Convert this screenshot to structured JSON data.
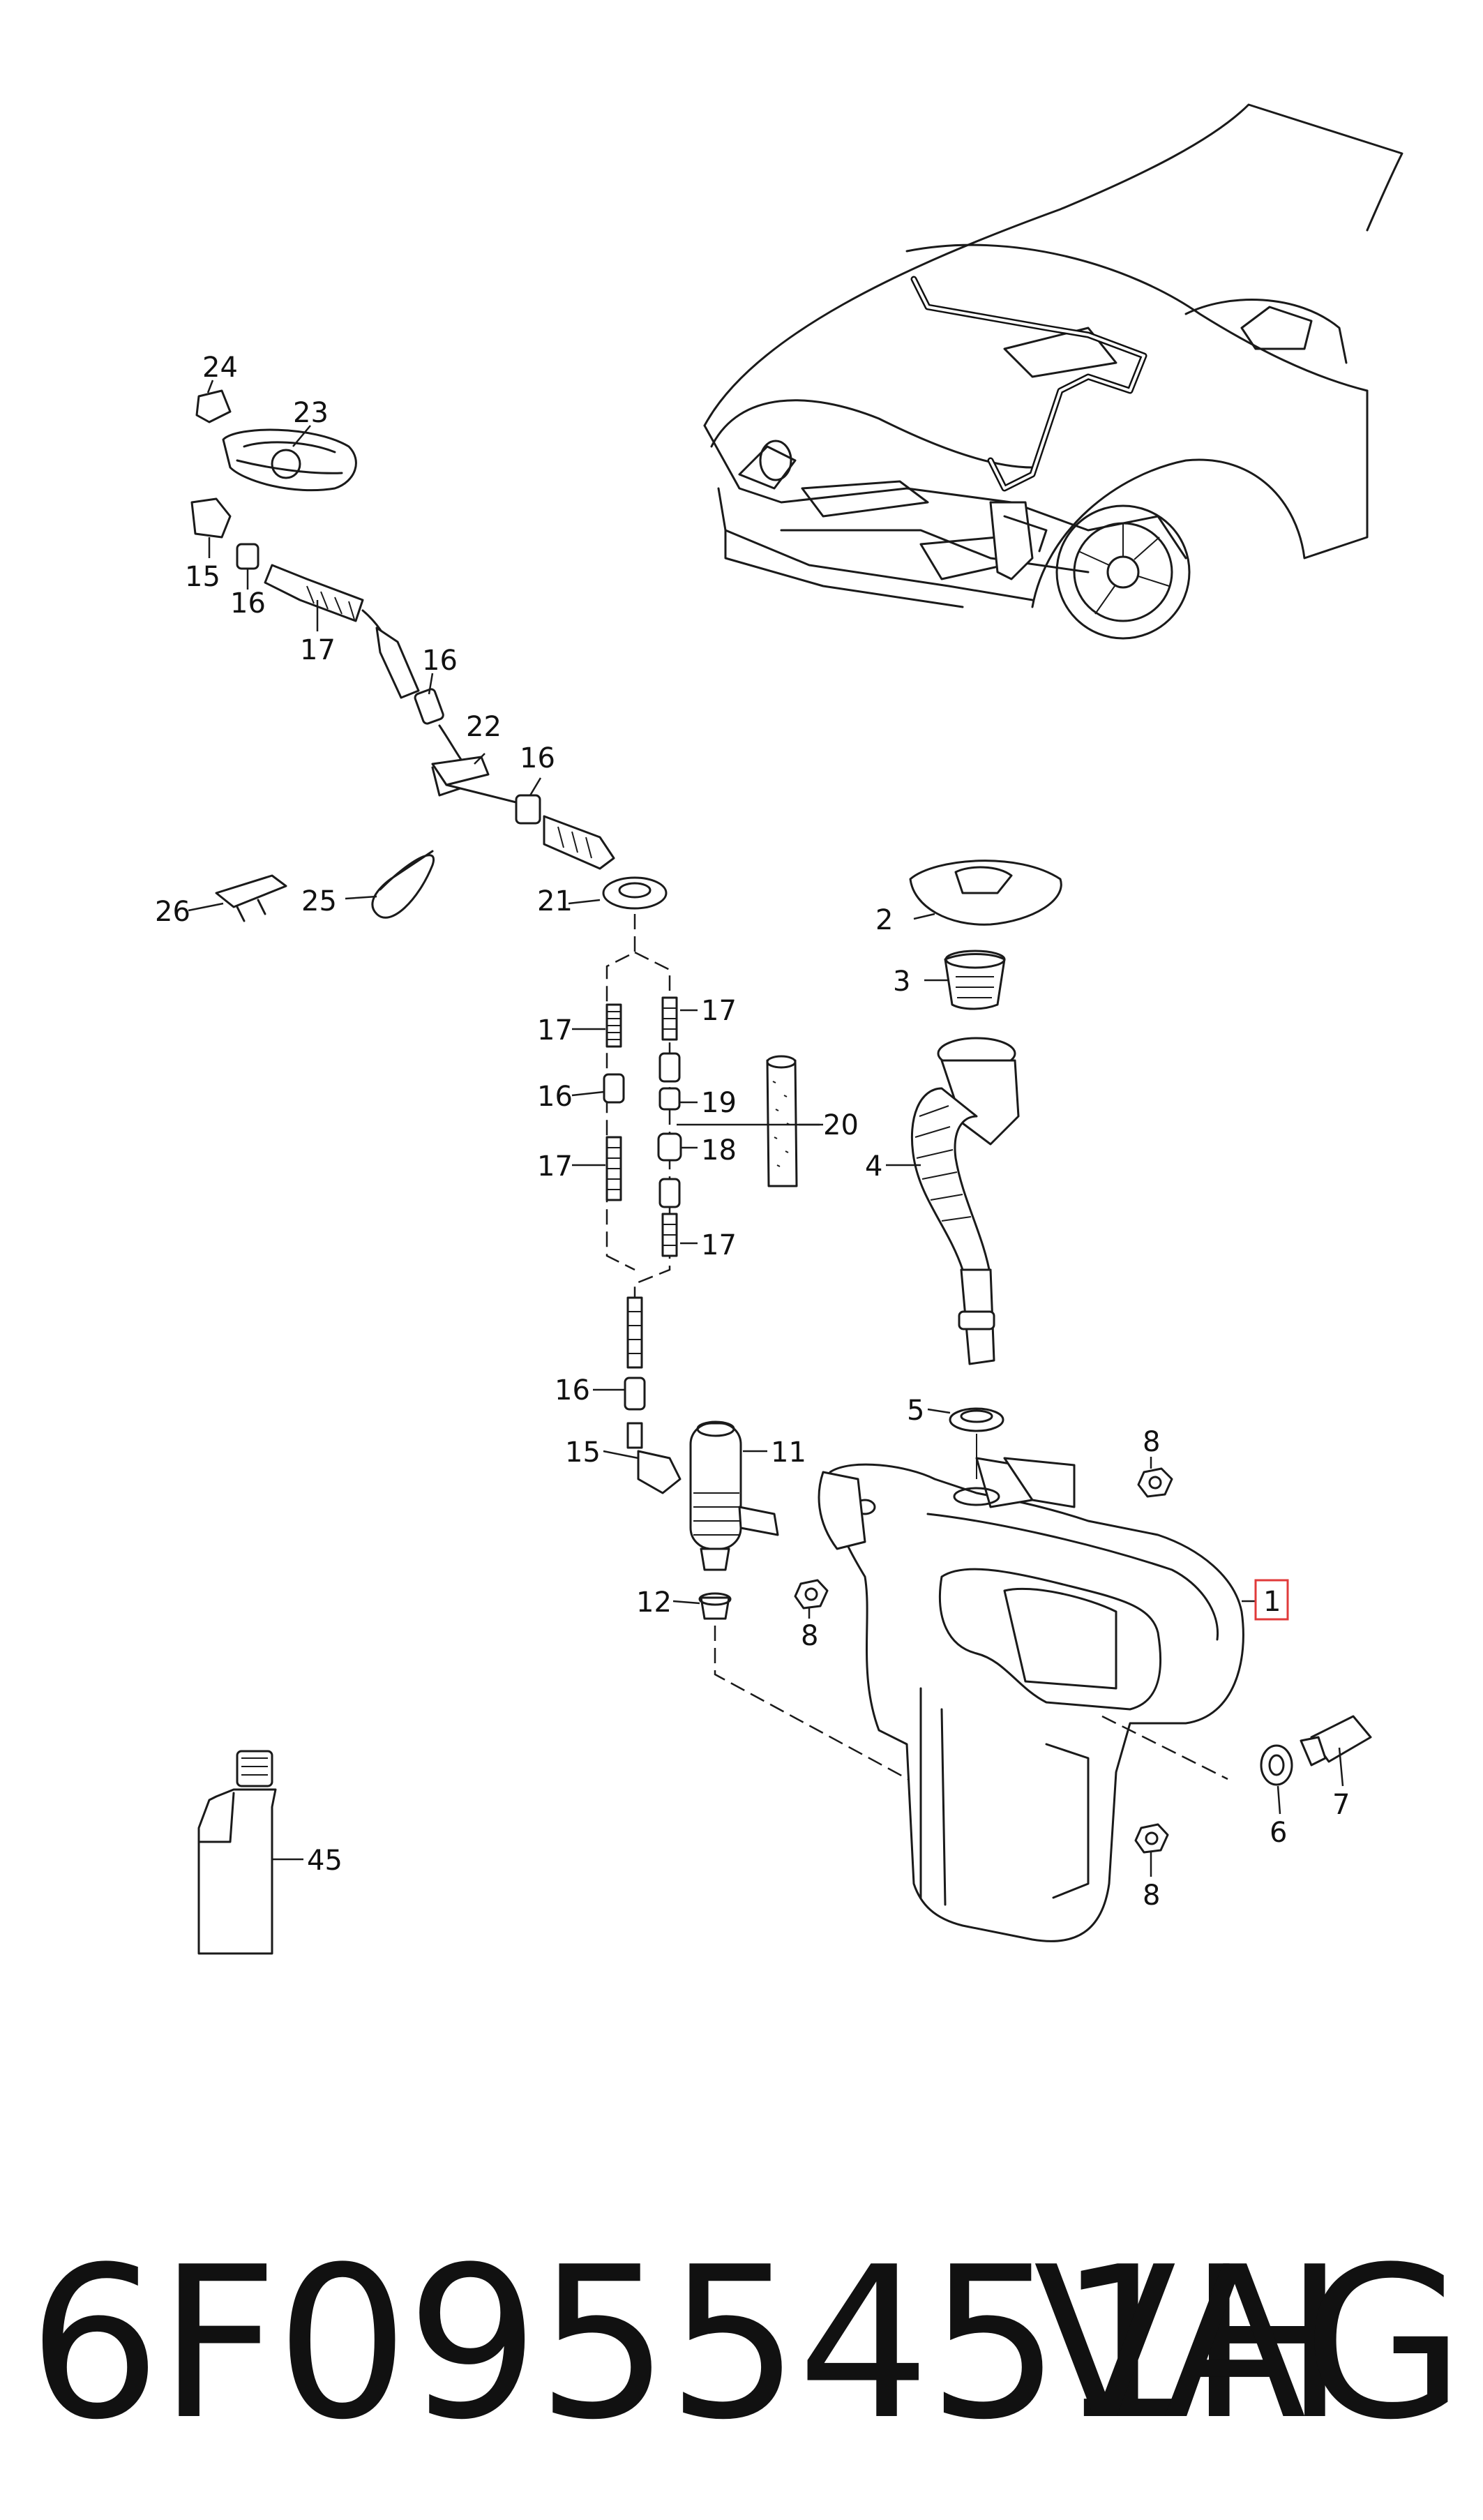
{
  "diagram": {
    "callouts": {
      "c1": "1",
      "c2": "2",
      "c3": "3",
      "c4": "4",
      "c5": "5",
      "c6": "6",
      "c7": "7",
      "c8": "8",
      "c11": "11",
      "c12": "12",
      "c15": "15",
      "c16": "16",
      "c17": "17",
      "c18": "18",
      "c19": "19",
      "c20": "20",
      "c21": "21",
      "c22": "22",
      "c23": "23",
      "c24": "24",
      "c25": "25",
      "c26": "26",
      "c45": "45"
    },
    "highlight_color": "#e03a3a"
  },
  "footer": {
    "part_number": "6F0955451H",
    "brand": "VAG"
  }
}
